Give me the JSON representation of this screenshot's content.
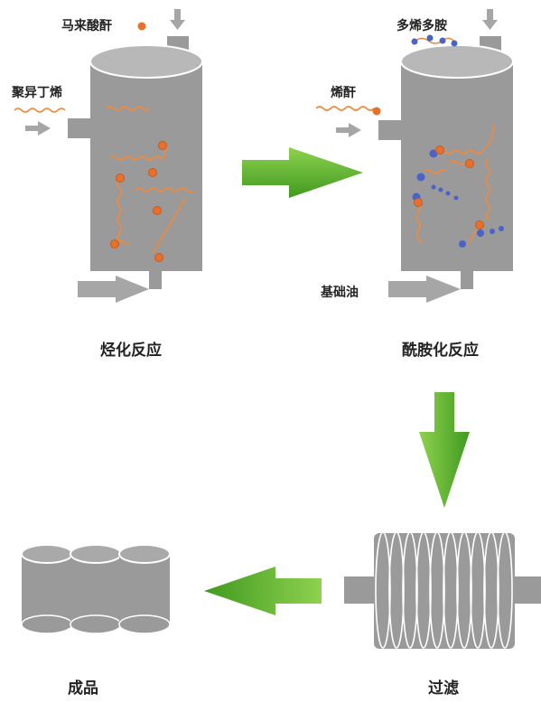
{
  "labels": {
    "maleic_anhydride": "马来酸酐",
    "polyisobutylene": "聚异丁烯",
    "polyene_polyamine": "多烯多胺",
    "alkenyl_anhydride": "烯酐",
    "base_oil": "基础油"
  },
  "captions": {
    "alkylation": "烃化反应",
    "amidation": "酰胺化反应",
    "filtration": "过滤",
    "product": "成品"
  },
  "colors": {
    "vessel": "#9a9a9a",
    "vessel_top": "#b8b8b8",
    "arrow_gray": "#a6a6a6",
    "arrow_green": "#5cb32e",
    "chain_orange": "#f08a3c",
    "bead_orange": "#e9702a",
    "bead_blue": "#4a63c8"
  }
}
